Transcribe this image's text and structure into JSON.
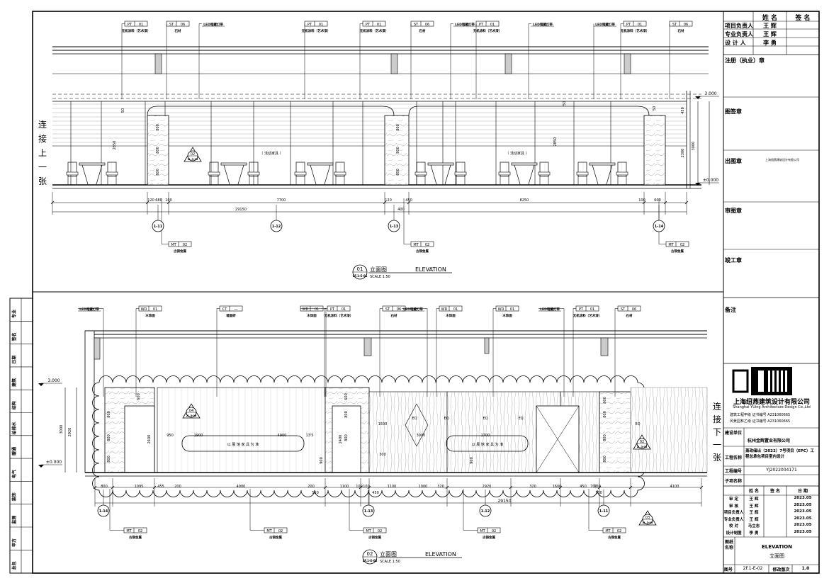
{
  "sheet": {
    "elevation1": {
      "number": "01",
      "ref": "2F.1-E-01",
      "title_cn": "立面图",
      "title_en": "ELEVATION",
      "scale": "SCALE 1:50",
      "tags_top": [
        {
          "code": "PT",
          "num": "01",
          "desc": "无机涂料（艺术漆）"
        },
        {
          "code": "ST",
          "num": "06",
          "desc": "石材"
        },
        {
          "code": "",
          "num": "",
          "desc": "LED暗藏灯带"
        },
        {
          "code": "PT",
          "num": "01",
          "desc": "无机涂料（艺术漆）"
        },
        {
          "code": "PT",
          "num": "01",
          "desc": "无机涂料（艺术漆）"
        },
        {
          "code": "ST",
          "num": "06",
          "desc": "石材"
        },
        {
          "code": "",
          "num": "",
          "desc": "LED暗藏灯带"
        },
        {
          "code": "PT",
          "num": "01",
          "desc": "无机涂料（艺术漆）"
        },
        {
          "code": "",
          "num": "",
          "desc": "LED暗藏灯带"
        },
        {
          "code": "",
          "num": "",
          "desc": "LED暗藏灯带"
        },
        {
          "code": "PT",
          "num": "01",
          "desc": "无机涂料（艺术漆）"
        },
        {
          "code": "ST",
          "num": "06",
          "desc": "石材"
        }
      ],
      "tags_bottom": [
        {
          "code": "MT",
          "num": "02",
          "desc": "古铜金属"
        },
        {
          "code": "MT",
          "num": "02",
          "desc": "古铜金属"
        },
        {
          "code": "MT",
          "num": "02",
          "desc": "古铜金属"
        }
      ],
      "dims_lower": [
        "120",
        "680",
        "100",
        "7700",
        "120",
        "450",
        "8250",
        "100",
        "600"
      ],
      "dim_total": "29150",
      "dim_400": "400",
      "dims_vert": [
        "50",
        "2850",
        "800",
        "800",
        "800",
        "50",
        "2850",
        "800",
        "800",
        "800",
        "50",
        "450",
        "2300",
        "3000"
      ],
      "levels": [
        "3.000",
        "±0.000"
      ],
      "grid_tags": [
        "1-11",
        "1-12",
        "1-13",
        "1-14"
      ],
      "callout": {
        "num": "02",
        "ref": "2L.3-05"
      },
      "annotations": [
        "（ 活动家具 ）",
        "（ 活动家具 ）"
      ],
      "continue_left": [
        "连",
        "接",
        "上",
        "一",
        "张"
      ]
    },
    "elevation2": {
      "number": "02",
      "ref": "2F.1-E-02",
      "title_cn": "立面图",
      "title_en": "ELEVATION",
      "scale": "SCALE 1:50",
      "tags_top": [
        {
          "code": "",
          "num": "",
          "desc": "LED暗藏灯带"
        },
        {
          "code": "WD",
          "num": "01",
          "desc": "木饰面"
        },
        {
          "code": "CT",
          "num": "—",
          "desc": "墙面砖"
        },
        {
          "code": "WD",
          "num": "01",
          "desc": "木饰面"
        },
        {
          "code": "PT",
          "num": "01",
          "desc": "无机涂料（艺术漆）"
        },
        {
          "code": "ST",
          "num": "06",
          "desc": "石材"
        },
        {
          "code": "",
          "num": "",
          "desc": "LED暗藏灯带"
        },
        {
          "code": "WD",
          "num": "01",
          "desc": "木饰面"
        },
        {
          "code": "WD",
          "num": "01",
          "desc": "木饰面"
        },
        {
          "code": "",
          "num": "",
          "desc": "LED暗藏灯带"
        },
        {
          "code": "PT",
          "num": "01",
          "desc": "无机涂料（艺术漆）"
        },
        {
          "code": "ST",
          "num": "06",
          "desc": "石材"
        }
      ],
      "tags_bottom": [
        {
          "code": "MT",
          "num": "02",
          "desc": "古铜金属"
        },
        {
          "code": "MT",
          "num": "02",
          "desc": "古铜金属"
        },
        {
          "code": "MT",
          "num": "02",
          "desc": "古铜金属"
        },
        {
          "code": "MT",
          "num": "02",
          "desc": "古铜金属"
        },
        {
          "code": "MT",
          "num": "02",
          "desc": "古铜金属"
        }
      ],
      "dims_lower": [
        "800",
        "1095",
        "455",
        "200",
        "4900",
        "200",
        "1100",
        "100",
        "100",
        "1100",
        "1000",
        "320",
        "2920",
        "320",
        "1600",
        "450",
        "700",
        "100",
        "4100"
      ],
      "dim_small": [
        "550",
        "450",
        "100"
      ],
      "dim_total": "29150",
      "dims_inner": [
        "950",
        "1900",
        "4900",
        "13'5",
        "3000",
        "1700",
        "300",
        "1500",
        "EQ",
        "EQ",
        "EQ",
        "EQ",
        "EQ"
      ],
      "dims_vert": [
        "600",
        "800",
        "800",
        "800",
        "2400",
        "600",
        "800",
        "800",
        "2400",
        "900",
        "900",
        "600",
        "800",
        "800",
        "800",
        "2920",
        "3000"
      ],
      "levels": [
        "3.000",
        "±0.000"
      ],
      "grid_tags": [
        "1-14",
        "1-13",
        "1-12",
        "1-11"
      ],
      "callouts": [
        {
          "num": "04",
          "ref": "2L.3-05"
        },
        {
          "num": "02",
          "ref": "2L.3-05"
        },
        {
          "num": "03",
          "ref": "2L.3-05"
        }
      ],
      "banner_text": "以 展 馆 家 具 为 准",
      "continue_right": [
        "连",
        "接",
        "下",
        "一",
        "张"
      ]
    },
    "left_strip": [
      "专业",
      "签名",
      "日期",
      "建筑",
      "结构",
      "给排水",
      "暖通",
      "电气",
      "装饰",
      "监理",
      "甲方",
      "总包"
    ],
    "title_block": {
      "header": [
        "",
        "姓 名",
        "签 名"
      ],
      "roles": [
        {
          "role": "项目负责人",
          "name": "王 辉"
        },
        {
          "role": "专业负责人",
          "name": "王 辉"
        },
        {
          "role": "设 计 人",
          "name": "李 勇"
        }
      ],
      "stamp_labels": [
        "注册（执业）章",
        "图签章",
        "出图章",
        "审图章",
        "竣工章"
      ],
      "stamp_small": "上海纽燕建筑设计有限公司",
      "notes_label": "备注",
      "company_cn": "上海纽燕建筑设计有限公司",
      "company_en": "Shanghai YUing Architecture Design Co.,Ltd",
      "cert1": "建筑工程甲级 证书编号 A231060665",
      "cert2": "风景园林乙级 证书编号 A231060665",
      "client_label": "建设单位",
      "client": "杭州金辉置业有限公司",
      "project_label": "工程名称",
      "project": "萧政储出（2022）7号项目（EPC）工程总承包项目室内设计",
      "project_no_label": "工程编号",
      "project_no": "YJ2022004171",
      "sub_label": "子项名称",
      "sign_header": [
        "",
        "姓 名",
        "签 名",
        "日 期"
      ],
      "sign_rows": [
        {
          "role": "审 定",
          "name": "王 辉",
          "date": "2023.05"
        },
        {
          "role": "审 核",
          "name": "王 辉",
          "date": "2023.05"
        },
        {
          "role": "项目负责人",
          "name": "王 辉",
          "date": "2023.05"
        },
        {
          "role": "专业负责人",
          "name": "王 辉",
          "date": "2023.05"
        },
        {
          "role": "校 对",
          "name": "马立志",
          "date": "2023.05"
        },
        {
          "role": "设计制图",
          "name": "李 勇",
          "date": "2023.05"
        }
      ],
      "drawing_name_label": "图纸名称",
      "drawing_name_en": "ELEVATION",
      "drawing_name_cn": "立面图",
      "sheet_no_label": "图号",
      "sheet_no": "2F.1-E-02",
      "rev_label": "修改版次",
      "rev": "1.0"
    }
  }
}
